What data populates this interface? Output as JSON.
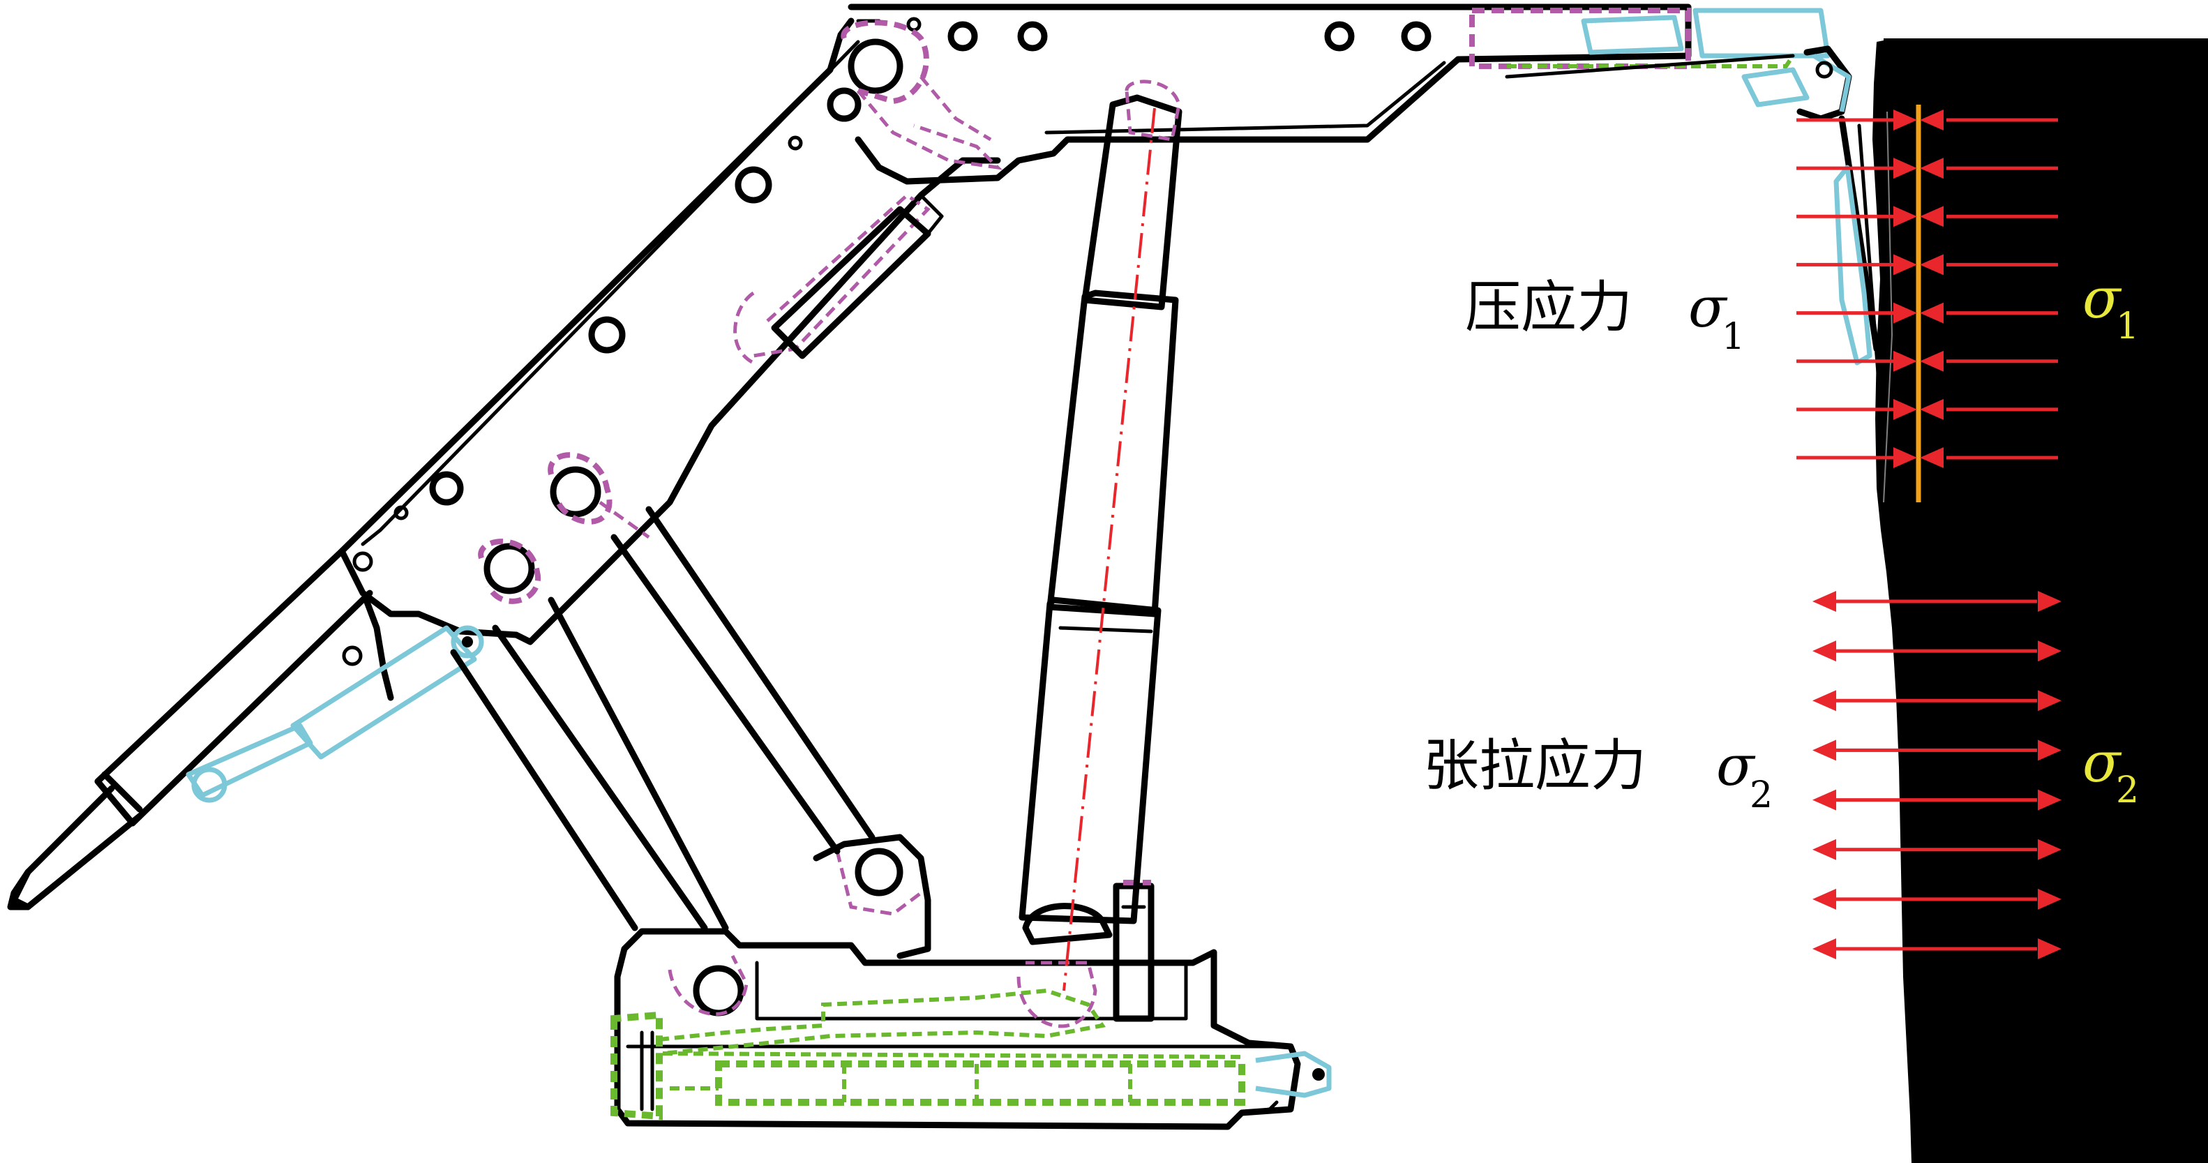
{
  "labels": {
    "compressive": {
      "text": "压应力",
      "symbol": "σ",
      "subscript": "1"
    },
    "tensile": {
      "text": "张拉应力",
      "symbol": "σ",
      "subscript": "2"
    },
    "sigma1": {
      "symbol": "σ",
      "subscript": "1"
    },
    "sigma2": {
      "symbol": "σ",
      "subscript": "2"
    }
  },
  "colors": {
    "structure": "#000000",
    "dashed_outline": "#b05aa8",
    "base_dashed": "#6ab82e",
    "hydraulic_cylinder": "#7cc8d8",
    "stress_arrows": "#e8262c",
    "reference_line": "#f2a21a",
    "sigma_labels": "#e8e83a",
    "rock_face": "#000000"
  },
  "stress_arrows": {
    "compressive_count": 8,
    "tensile_count": 8
  }
}
